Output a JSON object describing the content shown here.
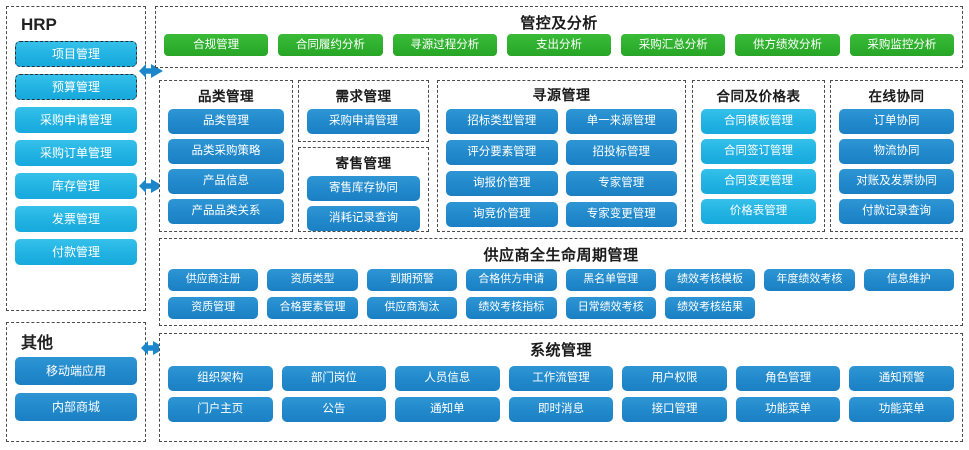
{
  "hrp": {
    "title": "HRP",
    "items": [
      {
        "label": "项目管理",
        "dashed": true
      },
      {
        "label": "预算管理",
        "dashed": true
      },
      {
        "label": "采购申请管理",
        "dashed": false
      },
      {
        "label": "采购订单管理",
        "dashed": false
      },
      {
        "label": "库存管理",
        "dashed": false
      },
      {
        "label": "发票管理",
        "dashed": false
      },
      {
        "label": "付款管理",
        "dashed": false
      }
    ]
  },
  "other": {
    "title": "其他",
    "items": [
      {
        "label": "移动端应用"
      },
      {
        "label": "内部商城"
      }
    ]
  },
  "analytics": {
    "title": "管控及分析",
    "items": [
      {
        "label": "合规管理"
      },
      {
        "label": "合同履约分析"
      },
      {
        "label": "寻源过程分析"
      },
      {
        "label": "支出分析"
      },
      {
        "label": "采购汇总分析"
      },
      {
        "label": "供方绩效分析"
      },
      {
        "label": "采购监控分析"
      }
    ]
  },
  "category": {
    "title": "品类管理",
    "items": [
      {
        "label": "品类管理"
      },
      {
        "label": "品类采购策略"
      },
      {
        "label": "产品信息"
      },
      {
        "label": "产品品类关系"
      }
    ]
  },
  "demand": {
    "title": "需求管理",
    "items": [
      {
        "label": "采购申请管理"
      }
    ]
  },
  "consignment": {
    "title": "寄售管理",
    "items": [
      {
        "label": "寄售库存协同"
      },
      {
        "label": "消耗记录查询"
      }
    ]
  },
  "sourcing": {
    "title": "寻源管理",
    "items": [
      {
        "label": "招标类型管理"
      },
      {
        "label": "单一来源管理"
      },
      {
        "label": "评分要素管理"
      },
      {
        "label": "招投标管理"
      },
      {
        "label": "询报价管理"
      },
      {
        "label": "专家管理"
      },
      {
        "label": "询竞价管理"
      },
      {
        "label": "专家变更管理"
      }
    ]
  },
  "contract": {
    "title": "合同及价格表",
    "items": [
      {
        "label": "合同模板管理"
      },
      {
        "label": "合同签订管理"
      },
      {
        "label": "合同变更管理"
      },
      {
        "label": "价格表管理"
      }
    ]
  },
  "online": {
    "title": "在线协同",
    "items": [
      {
        "label": "订单协同"
      },
      {
        "label": "物流协同"
      },
      {
        "label": "对账及发票协同"
      },
      {
        "label": "付款记录查询"
      }
    ]
  },
  "supplier": {
    "title": "供应商全生命周期管理",
    "columns": 8,
    "items": [
      {
        "label": "供应商注册"
      },
      {
        "label": "资质类型"
      },
      {
        "label": "到期预警"
      },
      {
        "label": "合格供方申请"
      },
      {
        "label": "黑名单管理"
      },
      {
        "label": "绩效考核模板"
      },
      {
        "label": "年度绩效考核"
      },
      {
        "label": "信息维护"
      },
      {
        "label": "资质管理"
      },
      {
        "label": "合格要素管理"
      },
      {
        "label": "供应商淘汰"
      },
      {
        "label": "绩效考核指标"
      },
      {
        "label": "日常绩效考核"
      },
      {
        "label": "绩效考核结果"
      }
    ]
  },
  "system": {
    "title": "系统管理",
    "columns": 7,
    "items": [
      {
        "label": "组织架构"
      },
      {
        "label": "部门岗位"
      },
      {
        "label": "人员信息"
      },
      {
        "label": "工作流管理"
      },
      {
        "label": "用户权限"
      },
      {
        "label": "角色管理"
      },
      {
        "label": "通知预警"
      },
      {
        "label": "门户主页"
      },
      {
        "label": "公告"
      },
      {
        "label": "通知单"
      },
      {
        "label": "即时消息"
      },
      {
        "label": "接口管理"
      },
      {
        "label": "功能菜单"
      },
      {
        "label": "功能菜单"
      }
    ]
  },
  "colors": {
    "green": "#2fb02e",
    "blue": "#2189cb",
    "cyan": "#21b2e2",
    "arrow": "#1b86c9",
    "border": "#4a4a4a"
  },
  "connectors": [
    {
      "name": "arrow-hrp-top"
    },
    {
      "name": "arrow-hrp-middle"
    },
    {
      "name": "arrow-other"
    }
  ]
}
